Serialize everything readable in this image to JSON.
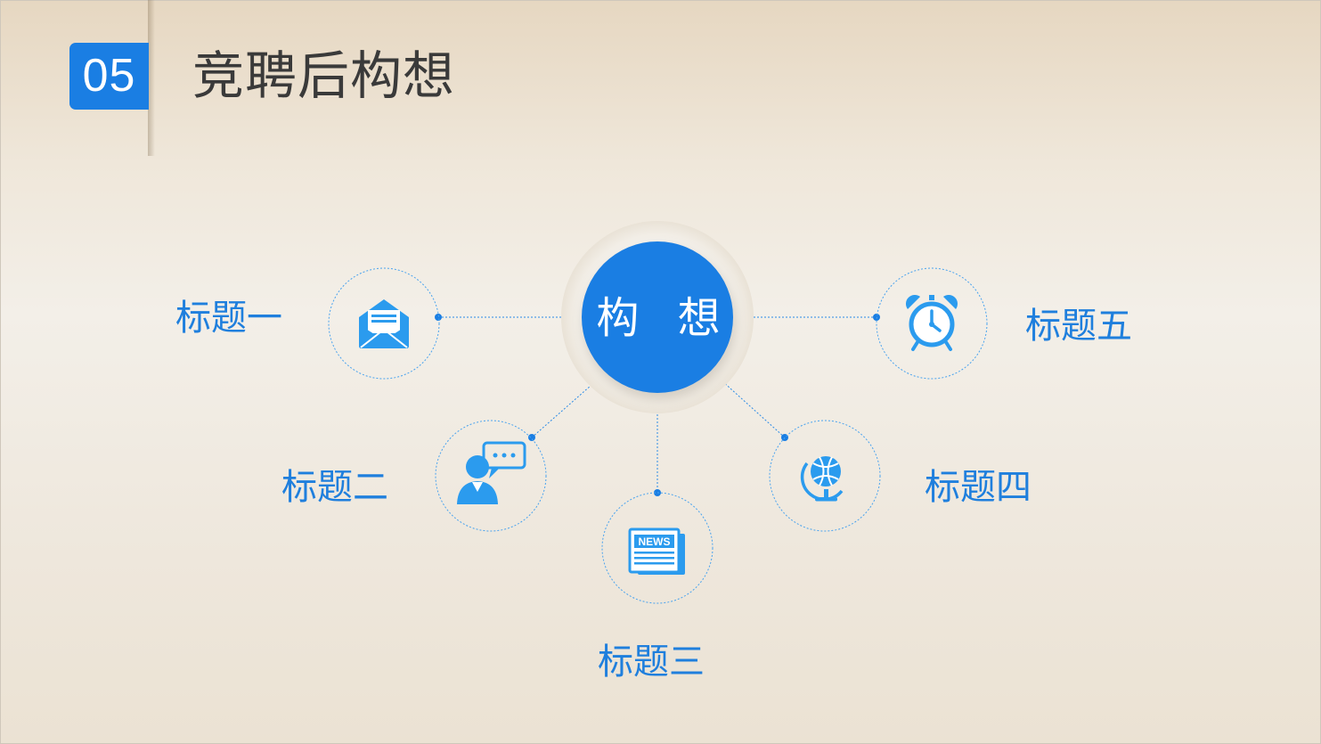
{
  "header": {
    "number": "05",
    "title": "竞聘后构想"
  },
  "center": {
    "text": "构 想"
  },
  "nodes": [
    {
      "label": "标题一",
      "icon": "envelope-icon"
    },
    {
      "label": "标题二",
      "icon": "person-chat-icon"
    },
    {
      "label": "标题三",
      "icon": "news-icon"
    },
    {
      "label": "标题四",
      "icon": "globe-icon"
    },
    {
      "label": "标题五",
      "icon": "alarm-clock-icon"
    }
  ],
  "colors": {
    "accent": "#1a7ee3",
    "icon": "#2b9bee",
    "text": "#1f7fdd",
    "title": "#3a3a3a"
  }
}
